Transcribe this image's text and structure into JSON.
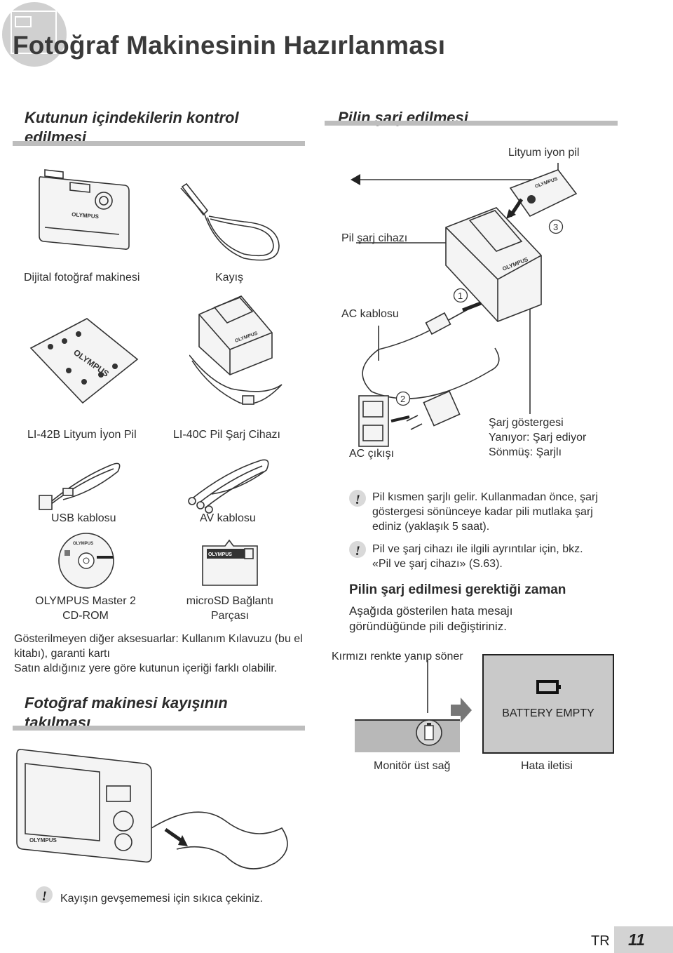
{
  "page": {
    "title": "Fotoğraf Makinesinin Hazırlanması",
    "lang": "TR",
    "number": "11"
  },
  "box_contents": {
    "heading": "Kutunun içindekilerin kontrol edilmesi",
    "items": {
      "camera": "Dijital fotoğraf makinesi",
      "strap": "Kayış",
      "battery": "LI-42B Lityum İyon Pil",
      "charger": "LI-40C Pil Şarj Cihazı",
      "usb": "USB kablosu",
      "av": "AV kablosu",
      "cdrom": "OLYMPUS Master 2\nCD-ROM",
      "microsd": "microSD Bağlantı\nParçası"
    },
    "note": "Gösterilmeyen diğer aksesuarlar: Kullanım Kılavuzu (bu el kitabı), garanti kartı\nSatın aldığınız yere göre kutunun içeriği farklı olabilir."
  },
  "strap_section": {
    "heading": "Fotoğraf makinesi kayışının takılması",
    "note": "Kayışın gevşememesi için sıkıca çekiniz."
  },
  "charging": {
    "heading": "Pilin şarj edilmesi",
    "labels": {
      "battery": "Lityum iyon pil",
      "charger": "Pil şarj cihazı",
      "ac_cable": "AC kablosu",
      "outlet": "AC çıkışı",
      "indicator": "Şarj göstergesi\nYanıyor: Şarj ediyor\nSönmüş: Şarjlı"
    },
    "steps": [
      "1",
      "2",
      "3"
    ],
    "notes": [
      "Pil kısmen şarjlı gelir. Kullanmadan önce, şarj göstergesi sönünceye kadar pili mutlaka şarj ediniz (yaklaşık 5 saat).",
      "Pil ve şarj cihazı ile ilgili ayrıntılar için, bkz. «Pil ve şarj cihazı» (S.63)."
    ],
    "when_heading": "Pilin şarj edilmesi gerektiği zaman",
    "when_text": "Aşağıda gösterilen hata mesajı göründüğünde pili değiştiriniz.",
    "blink_label": "Kırmızı renkte yanıp söner",
    "monitor_label": "Monitör üst sağ",
    "error_label": "Hata iletisi",
    "error_message": "BATTERY EMPTY"
  },
  "brand": "OLYMPUS"
}
